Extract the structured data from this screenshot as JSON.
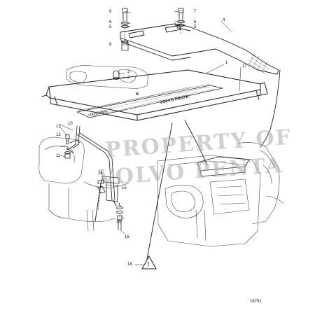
{
  "diagram": {
    "figure_number": "16791",
    "watermark_lines": [
      "PROPERTY OF",
      "VOLVO PENTA"
    ],
    "cover_branding": [
      "VOLVO PENTA",
      "VOLVO PENTA"
    ],
    "warning_symbol": "!",
    "callouts": [
      "1",
      "2",
      "3",
      "4",
      "5",
      "5",
      "6",
      "6",
      "7",
      "8",
      "9",
      "10",
      "11",
      "11",
      "12",
      "13",
      "14",
      "15",
      "16",
      "17",
      "18"
    ],
    "colors": {
      "line": "#1a1a1a",
      "watermark": "#aaaaaa"
    }
  }
}
